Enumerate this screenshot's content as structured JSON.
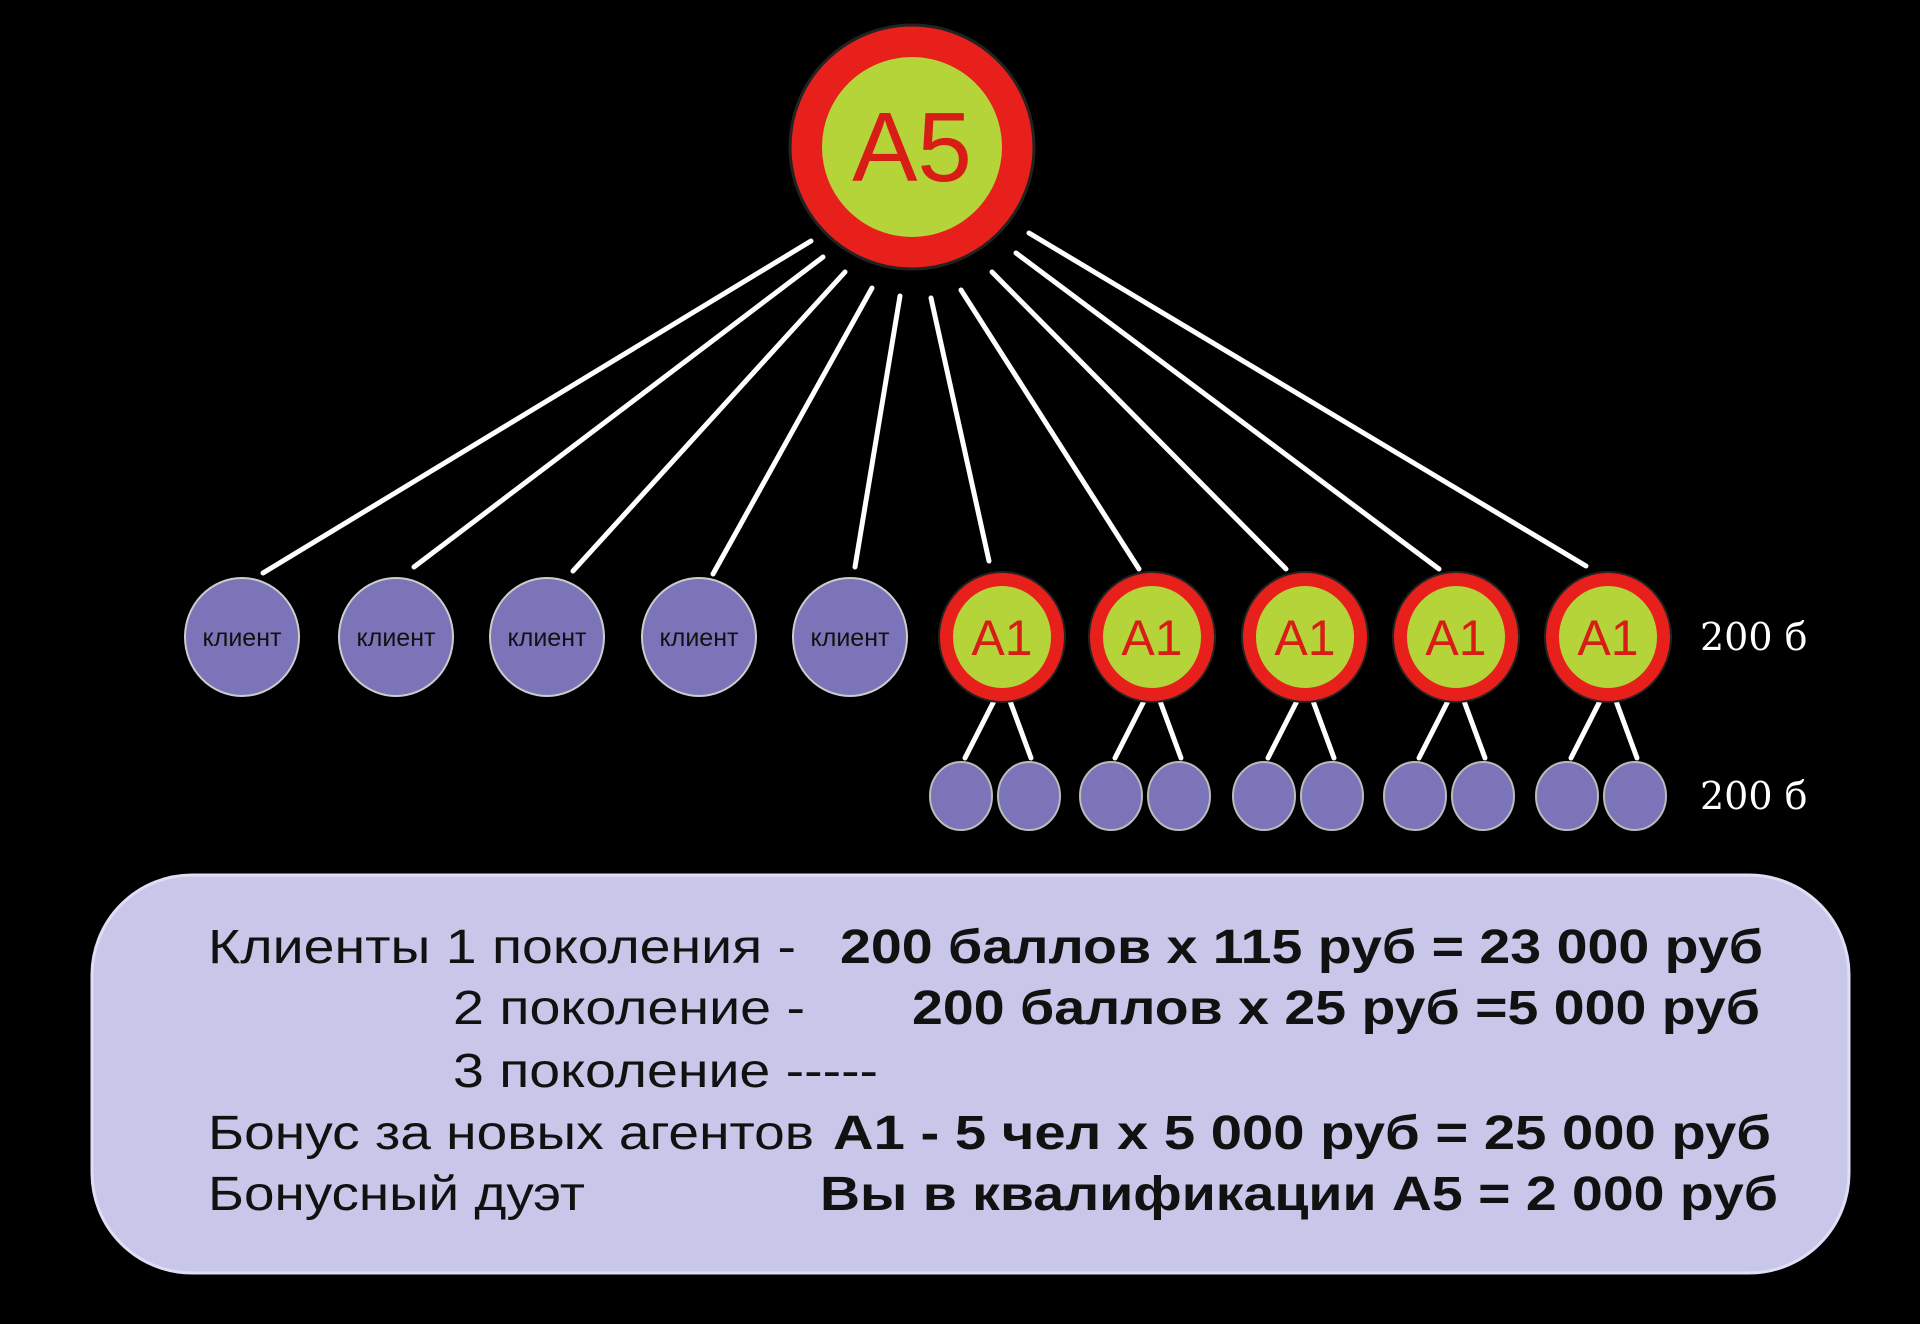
{
  "root": {
    "label": "A5"
  },
  "level1": [
    {
      "type": "client",
      "label": "клиент"
    },
    {
      "type": "client",
      "label": "клиент"
    },
    {
      "type": "client",
      "label": "клиент"
    },
    {
      "type": "client",
      "label": "клиент"
    },
    {
      "type": "client",
      "label": "клиент"
    },
    {
      "type": "agent",
      "label": "A1",
      "children": 2
    },
    {
      "type": "agent",
      "label": "A1",
      "children": 2
    },
    {
      "type": "agent",
      "label": "A1",
      "children": 2
    },
    {
      "type": "agent",
      "label": "A1",
      "children": 2
    },
    {
      "type": "agent",
      "label": "A1",
      "children": 2
    }
  ],
  "points": {
    "level1": "200 б",
    "level2": "200 б"
  },
  "summary": {
    "line1": {
      "label": "Клиенты 1 поколения -",
      "value": "200 баллов х 115 руб = 23 000 руб"
    },
    "line2": {
      "label": "2 поколение -",
      "value": "200 баллов х 25 руб =5 000 руб"
    },
    "line3": {
      "label": "3 поколение -----"
    },
    "line4": {
      "label": "Бонус за новых агентов",
      "value": "А1 - 5 чел х 5 000 руб  = 25 000 руб"
    },
    "line5": {
      "label": "Бонусный дуэт",
      "value": "Вы в квалификации А5 = 2 000 руб"
    }
  },
  "colors": {
    "red": "#e8201c",
    "lime": "#b5d43a",
    "purple": "#7b74b8",
    "box": "#c9c7e9",
    "text_red": "#d81d17"
  }
}
